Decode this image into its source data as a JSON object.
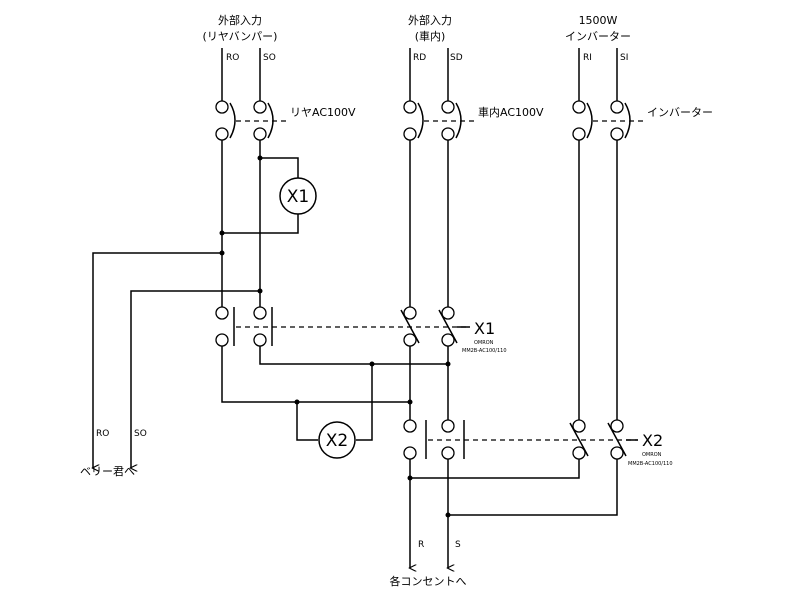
{
  "sources": [
    {
      "label_1": "外部入力",
      "label_2": "(リヤバンパー)"
    },
    {
      "label_1": "外部入力",
      "label_2": "(車内)"
    },
    {
      "label_1": "1500W",
      "label_2": "インバーター"
    }
  ],
  "signals": {
    "ro_top": "RO",
    "so_top": "SO",
    "rd_top": "RD",
    "sd_top": "SD",
    "ri_top": "RI",
    "si_top": "SI",
    "ro_bottom": "RO",
    "so_bottom": "SO",
    "r_out": "R",
    "s_out": "S"
  },
  "switch_labels": {
    "rear": "リヤAC100V",
    "cabin": "車内AC100V",
    "inverter": "インバーター"
  },
  "coils": {
    "x1": "X1",
    "x2": "X2"
  },
  "relays": [
    {
      "name": "X1",
      "maker": "OMRON",
      "model": "MM2B-AC100/110"
    },
    {
      "name": "X2",
      "maker": "OMRON",
      "model": "MM2B-AC100/110"
    }
  ],
  "outputs": {
    "berry": "ベリー君へ",
    "outlets": "各コンセントへ"
  }
}
